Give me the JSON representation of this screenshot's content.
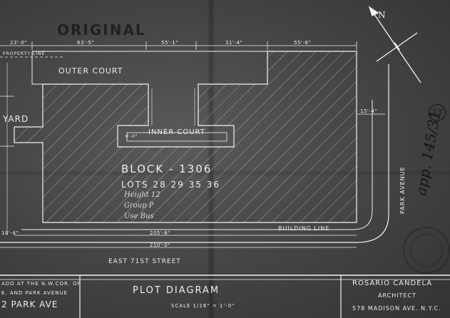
{
  "stamp": "ORIGINAL",
  "dimensions": {
    "d1": "23'-0\"",
    "d2": "63'-5\"",
    "d3": "55'-1\"",
    "d4": "31'-4\"",
    "d5": "55'-6\"",
    "d6": "15'-4\"",
    "d7": "205'-8\"",
    "d8": "210'-0\"",
    "d9": "10'-4\"",
    "d10": "6'-0\""
  },
  "labels": {
    "property_line": "PROPERTY LINE",
    "outer_court": "OUTER COURT",
    "inner_court": "INNER COURT",
    "yard": "YARD",
    "block": "BLOCK - 1306",
    "lots": "LOTS 28 29 35 36",
    "height": "Height 12",
    "group": "Group P",
    "use": "Use Bus",
    "building_line": "BUILDING LINE",
    "street": "EAST 71ST STREET",
    "avenue": "PARK AVENUE"
  },
  "title_block": {
    "location_line1": "ADO AT THE N.W.COR. OF",
    "location_line2": "E. AND PARK AVENUE",
    "location_line3": "2 PARK AVE",
    "title": "PLOT DIAGRAM",
    "scale": "SCALE 1/16\" = 1'-0\"",
    "architect_name": "ROSARIO CANDELA",
    "architect_title": "ARCHITECT",
    "architect_address": "578 MADISON AVE. N.Y.C."
  },
  "annotations": {
    "north": "N",
    "app_number": "app. 145/31",
    "circle_number": "13"
  }
}
